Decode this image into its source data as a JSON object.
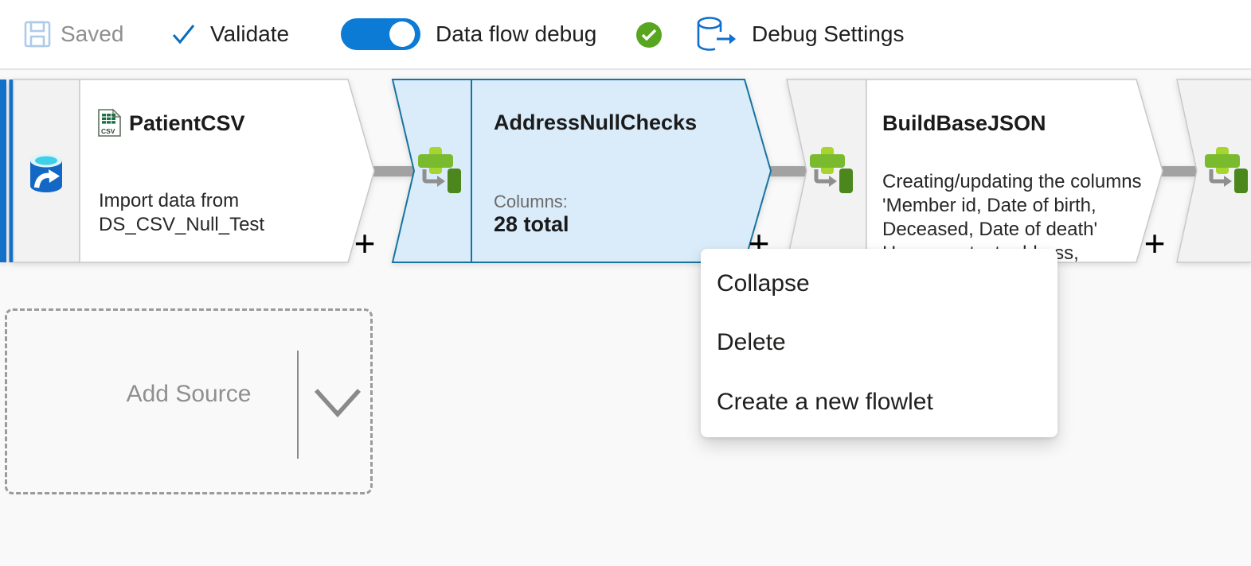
{
  "toolbar": {
    "saved_label": "Saved",
    "validate_label": "Validate",
    "dataflow_debug_label": "Data flow debug",
    "debug_settings_label": "Debug Settings",
    "debug_toggle_state": "on"
  },
  "canvas": {
    "add_plus": "+",
    "nodes": [
      {
        "id": "PatientCSV",
        "title": "PatientCSV",
        "description": "Import data from DS_CSV_Null_Test",
        "type": "source",
        "icon": "csv-dataset"
      },
      {
        "id": "AddressNullChecks",
        "title": "AddressNullChecks",
        "columns_label": "Columns:",
        "columns_value": "28 total",
        "type": "derived-column",
        "selected": true
      },
      {
        "id": "BuildBaseJSON",
        "title": "BuildBaseJSON",
        "description": "Creating/updating the columns 'Member id, Date of birth, Deceased, Date of death' Home contact address,",
        "type": "derived-column"
      }
    ],
    "add_source": {
      "label": "Add Source"
    }
  },
  "context_menu": {
    "items": [
      {
        "label": "Collapse"
      },
      {
        "label": "Delete"
      },
      {
        "label": "Create a new flowlet"
      }
    ]
  },
  "colors": {
    "accent_blue": "#0c7bd6",
    "selected_fill": "#daecfa",
    "selected_border": "#17749f",
    "node_border": "#c9c9c9",
    "segment_fill": "#f2f2f2",
    "connector_gray": "#a2a2a2",
    "status_green": "#58a61f",
    "icon_green_light": "#a6d52f",
    "icon_green_mid": "#79ba2e",
    "icon_green_dark": "#4b871d"
  }
}
